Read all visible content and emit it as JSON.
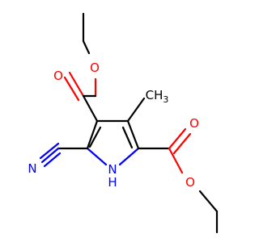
{
  "molecule": {
    "atoms": {
      "o_upper_ester_single": "O",
      "o_upper_ester_double": "O",
      "methyl_c": "CH",
      "methyl_sub": "3",
      "o_right_ester_double": "O",
      "o_right_ester_single": "O",
      "nitrile_n": "N",
      "ring_n": "N",
      "ring_h": "H"
    },
    "colors": {
      "bond": "#000000",
      "oxygen": "#ff0000",
      "nitrogen": "#0000ff"
    }
  }
}
